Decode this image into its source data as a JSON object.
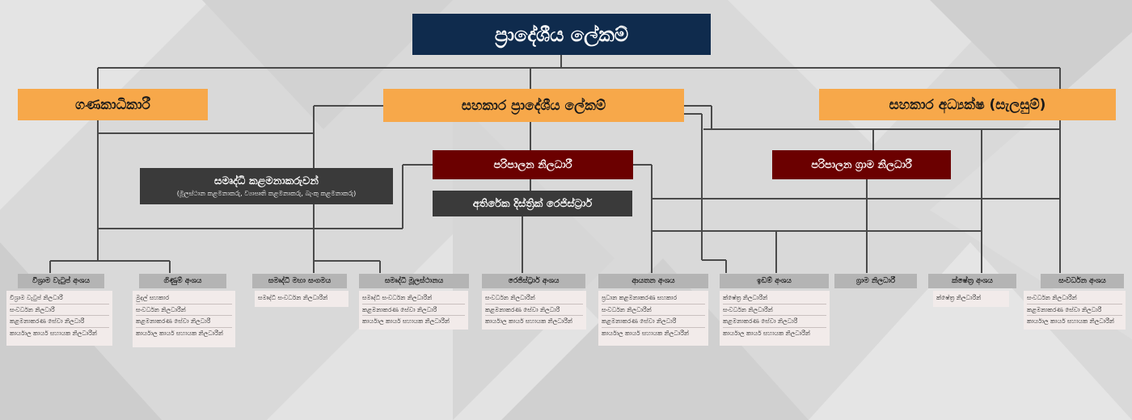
{
  "top": {
    "title": "ප්‍රාදේශීය ලේකම්"
  },
  "level2": {
    "left": "ගණකාධිකාරී",
    "center": "සහකාර ප්‍රාදේශීය ලේකම්",
    "right": "සහකාර අධ්‍යක්ෂ (සැලසුම්)"
  },
  "admin_officer": "පරිපාලන නිලධාරී",
  "admin_gn_officer": "පරිපාලන ග්‍රාම නිලධාරී",
  "addl_registrar": "අතිරේක දිස්ත්‍රික් රෙජිස්ට්‍රාර්",
  "samurdhi_managers": {
    "title": "සමෘද්ධි කළමනාකරුවන්",
    "subtitle": "(මූලස්ථාන කළමනාකරු, ව්‍යාපෘති කළමනාකරු, බැංකු කළමනාකරු)"
  },
  "divisions": [
    {
      "header": "විශ්‍රාම වැටුප් අංශය",
      "items": [
        "විශ්‍රාම වැටුප් නිලධාරී",
        "සංවර්ධන නිලධාරී",
        "කළමනාකරණ සේවා නිලධාරී",
        "කාර්යාල කාර්ය සහායක නිලධාරීන්"
      ]
    },
    {
      "header": "ගිණුම් අංශය",
      "items": [
        "මුදල් සහකාර",
        "සංවර්ධන නිලධාරීන්",
        "කළමනාකරණ සේවා නිලධාරී",
        "කාර්යාල කාර්ය සහායක නිලධාරීන්"
      ]
    },
    {
      "header": "සමෘද්ධි මහා සංගමය",
      "items": [
        "සමෘද්ධි සංවර්ධන නිලධාරීන්"
      ]
    },
    {
      "header": "සමෘද්ධි මූලස්ථානය",
      "items": [
        "සමෘද්ධි සංවර්ධන නිලධාරීන්",
        "කළමනාකරණ සේවා නිලධාරී",
        "කාර්යාල කාර්ය සහායක නිලධාරීන්"
      ]
    },
    {
      "header": "රෙජිස්ට්‍රාර් අංශය",
      "items": [
        "සංවර්ධන නිලධාරීන්",
        "කළමනාකරණ සේවා නිලධාරී",
        "කාර්යාල කාර්ය සහායක නිලධාරීන්"
      ]
    },
    {
      "header": "ආයතන අංශය",
      "items": [
        "ප්‍රධාන කළමනාකරණ සහකාර",
        "සංවර්ධන නිලධාරීන්",
        "කළමනාකරණ සේවා නිලධාරී",
        "කාර්යාල කාර්ය සහායක නිලධාරීන්"
      ]
    },
    {
      "header": "ඉඩම් අංශය",
      "items": [
        "ක්ෂේත්‍ර නිලධාරීන්",
        "සංවර්ධන නිලධාරීන්",
        "කළමනාකරණ සේවා නිලධාරී",
        "කාර්යාල කාර්ය සහායක නිලධාරීන්"
      ]
    },
    {
      "header": "ග්‍රාම නිලධාරී",
      "items": []
    },
    {
      "header": "ක්ෂේත්‍ර අංශය",
      "items": [
        "ක්ෂේත්‍ර නිලධාරීන්"
      ]
    },
    {
      "header": "සංවර්ධන අංශය",
      "items": [
        "සංවර්ධන නිලධාරීන්",
        "කළමනාකරණ සේවා නිලධාරී",
        "කාර්යාල කාර්ය සහායක නිලධාරීන්"
      ]
    }
  ],
  "colors": {
    "top": "#0f2b4d",
    "level2": "#f7a84a",
    "officer": "#6b0000",
    "dark": "#3a3a3a",
    "division_header": "#b4b4b4",
    "division_list": "#f2ebea",
    "connector": "#4a4a4a"
  }
}
